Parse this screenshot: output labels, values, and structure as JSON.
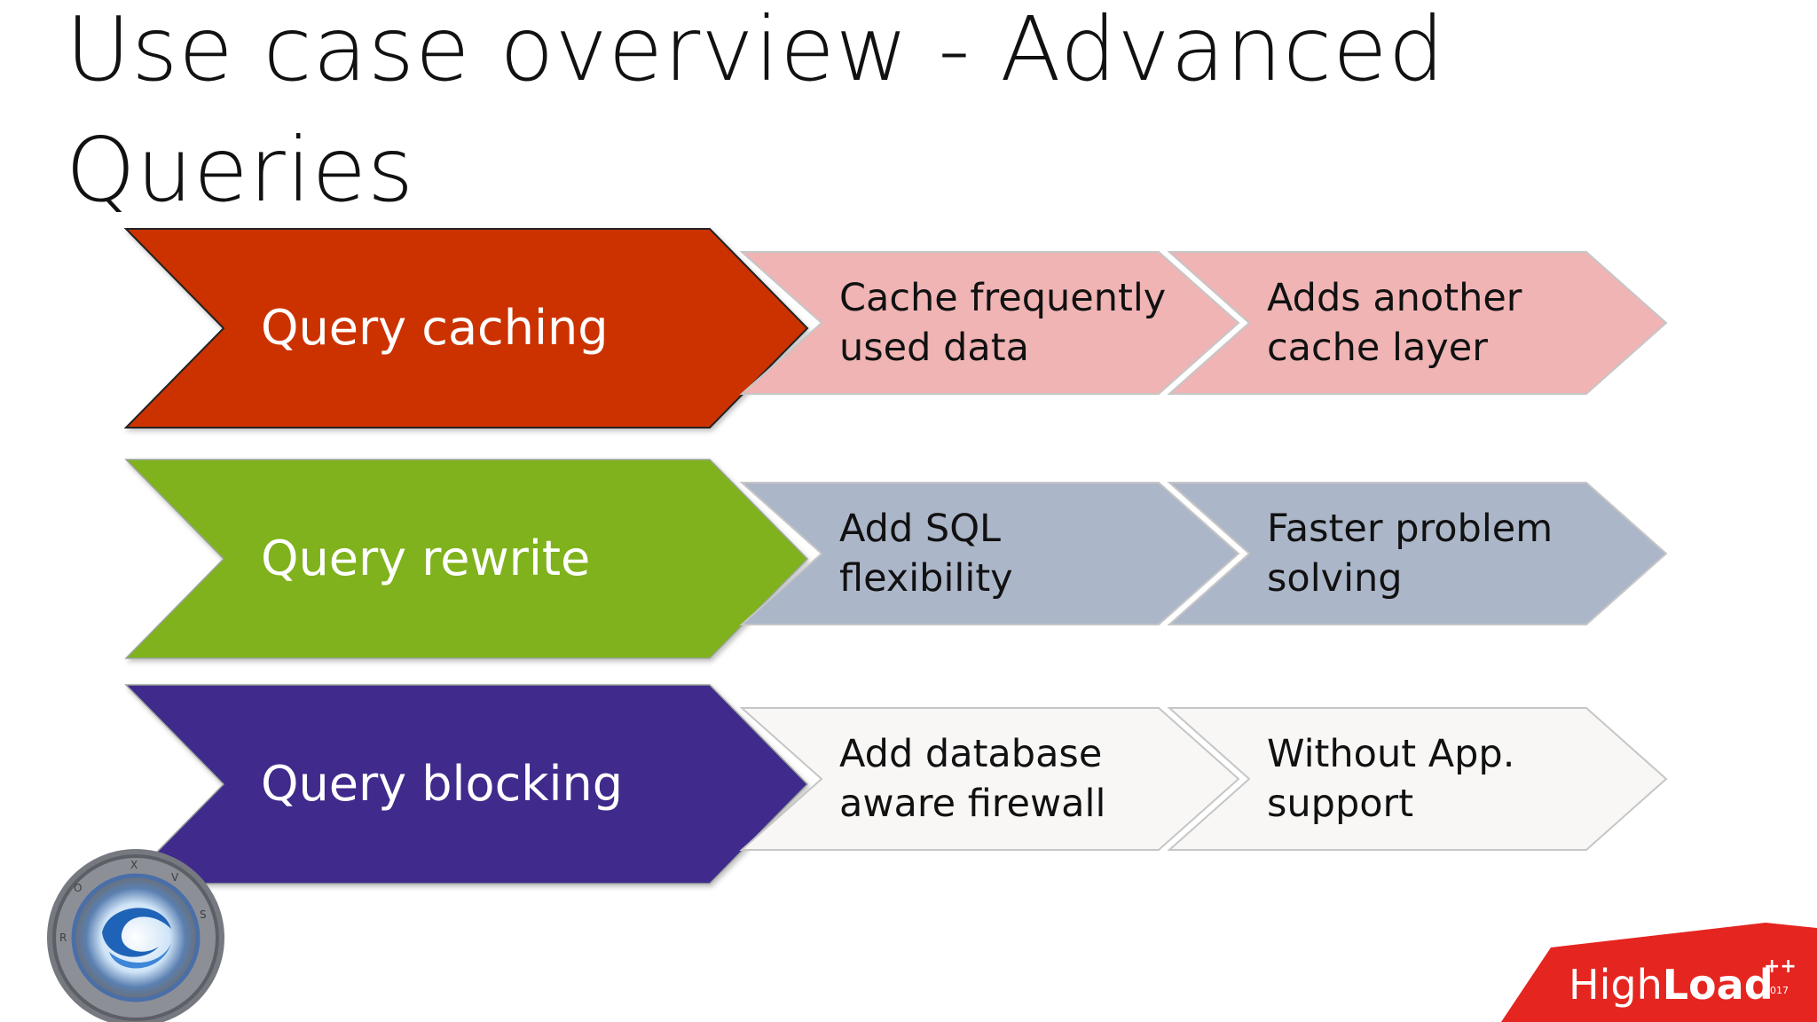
{
  "title": {
    "line1": "Use case overview - Advanced",
    "line2": "Queries"
  },
  "rows": [
    {
      "label": "Query caching",
      "color": "#CC3300",
      "steps": [
        {
          "lines": [
            "Cache frequently",
            "used data"
          ],
          "color": "#F0B4B4"
        },
        {
          "lines": [
            "Adds another",
            "cache layer"
          ],
          "color": "#F0B4B4"
        }
      ]
    },
    {
      "label": "Query rewrite",
      "color": "#7FB21F",
      "steps": [
        {
          "lines": [
            "Add SQL",
            "flexibility"
          ],
          "color": "#ACB6C9"
        },
        {
          "lines": [
            "Faster problem",
            "solving"
          ],
          "color": "#ACB6C9"
        }
      ]
    },
    {
      "label": "Query blocking",
      "color": "#3F2A8C",
      "steps": [
        {
          "lines": [
            "Add database",
            "aware firewall"
          ],
          "color": "#F8F7F6"
        },
        {
          "lines": [
            "Without App.",
            "support"
          ],
          "color": "#F8F7F6"
        }
      ]
    }
  ],
  "logos": {
    "highload": {
      "text_high": "High",
      "text_load": "Load",
      "sup": "++",
      "year": "2017",
      "color": "#E52520"
    },
    "proxysql": {
      "icon": "proxysql-logo-icon"
    }
  }
}
